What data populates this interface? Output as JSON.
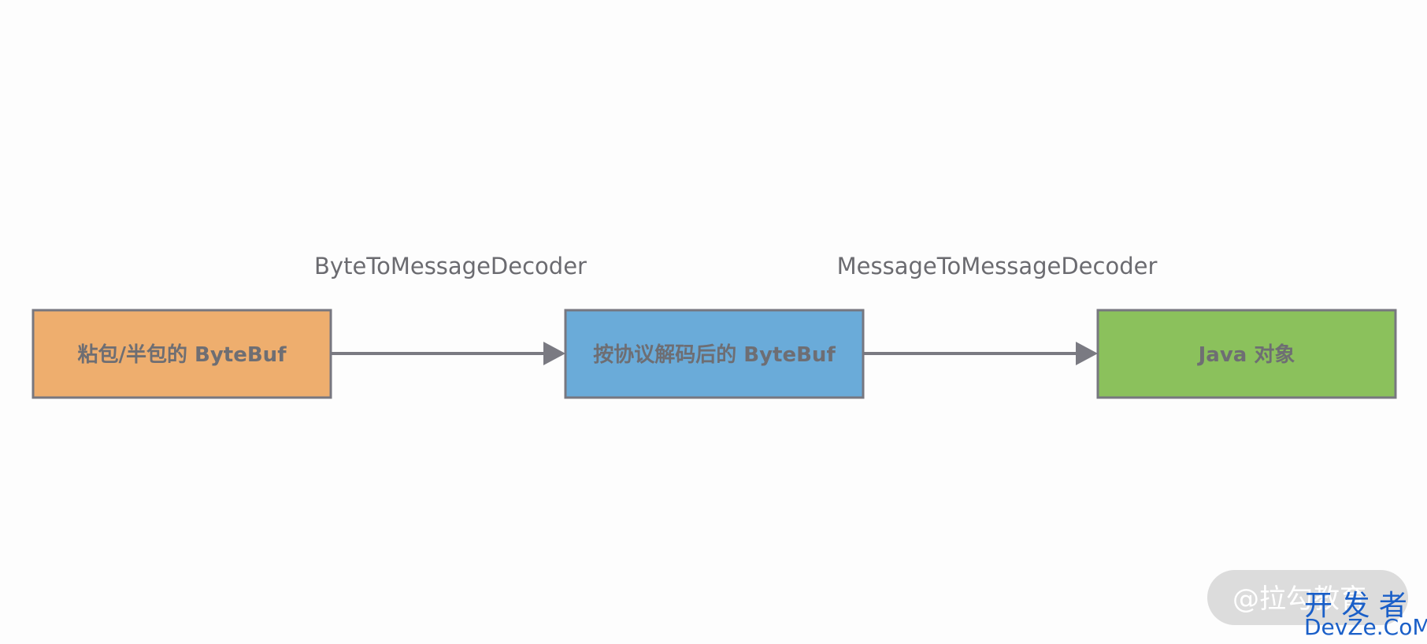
{
  "colors": {
    "background": "#fdfdfd",
    "stroke": "#777780",
    "arrow": "#7a7a82",
    "label_text": "#6e6e73"
  },
  "nodes": [
    {
      "id": "sticky-bytebuf",
      "label": "粘包/半包的 ByteBuf",
      "fill": "#eeae6e"
    },
    {
      "id": "decoded-bytebuf",
      "label": "按协议解码后的 ByteBuf",
      "fill": "#6aabd9"
    },
    {
      "id": "java-object",
      "label": "Java 对象",
      "fill": "#8bc15c"
    }
  ],
  "edges": [
    {
      "from": "sticky-bytebuf",
      "to": "decoded-bytebuf",
      "label": "ByteToMessageDecoder"
    },
    {
      "from": "decoded-bytebuf",
      "to": "java-object",
      "label": "MessageToMessageDecoder"
    }
  ],
  "watermark": {
    "pill_text": "@拉勾教育",
    "logo_cn": "开 发 者",
    "logo_en": "DevZe.CoM"
  }
}
